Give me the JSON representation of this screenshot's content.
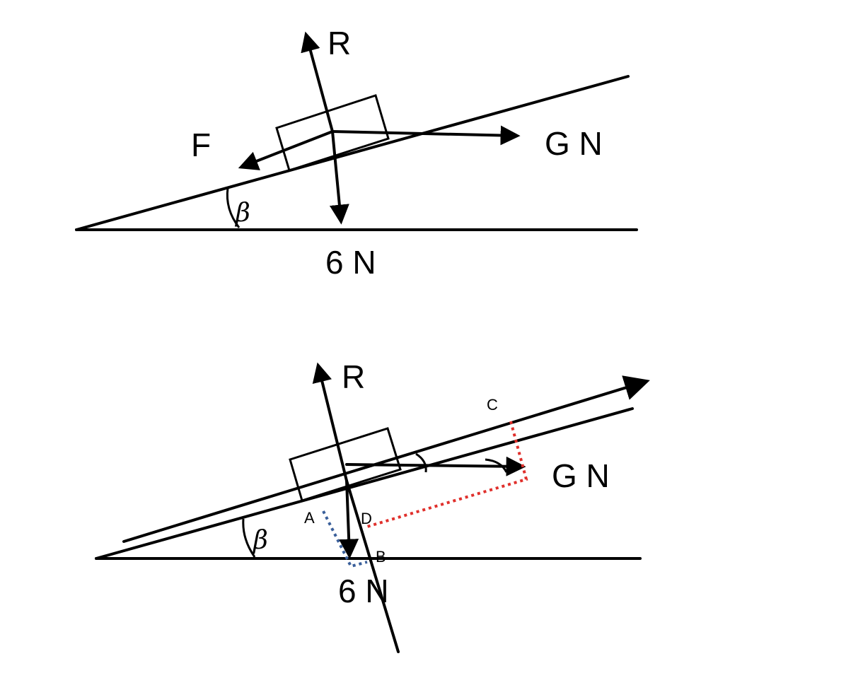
{
  "top_diagram": {
    "force_up": "R",
    "force_friction": "F",
    "force_horizontal": "G N",
    "force_weight": "6 N",
    "angle": "β"
  },
  "bottom_diagram": {
    "force_up": "R",
    "force_horizontal": "G N",
    "force_weight": "6 N",
    "angle": "β",
    "point_a": "A",
    "point_b": "B",
    "point_c": "C",
    "point_d": "D"
  },
  "colors": {
    "line": "#000000",
    "construction_red": "#e0302c",
    "construction_blue": "#3a5f9a"
  }
}
